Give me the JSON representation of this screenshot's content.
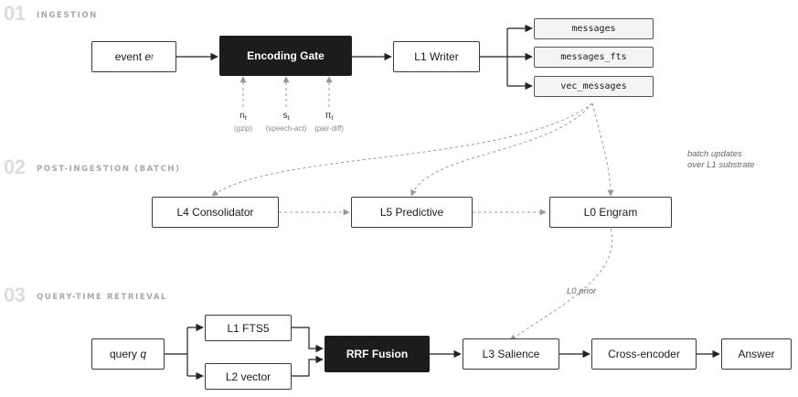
{
  "sections": [
    {
      "num": "01",
      "title": "INGESTION"
    },
    {
      "num": "02",
      "title": "POST-INGESTION (BATCH)"
    },
    {
      "num": "03",
      "title": "QUERY-TIME RETRIEVAL"
    }
  ],
  "ingestion": {
    "event_label": "event",
    "event_var": "e",
    "event_sub": "t",
    "encoding_gate": "Encoding Gate",
    "l1_writer": "L1 Writer",
    "tables": [
      "messages",
      "messages_fts",
      "vec_messages"
    ],
    "signals": [
      {
        "sym": "n",
        "sub": "t",
        "hint": "(gzip)"
      },
      {
        "sym": "s",
        "sub": "t",
        "hint": "(speech-act)"
      },
      {
        "sym": "π",
        "sub": "t",
        "hint": "(pair-diff)"
      }
    ]
  },
  "batch": {
    "note_line1": "batch updates",
    "note_line2": "over L1 substrate",
    "l4": "L4 Consolidator",
    "l5": "L5 Predictive",
    "l0": "L0 Engram"
  },
  "retrieval": {
    "l0_prior": "L0 prior",
    "query_label": "query",
    "query_var": "q",
    "l1_fts5": "L1 FTS5",
    "l2_vector": "L2 vector",
    "rrf": "RRF Fusion",
    "l3": "L3 Salience",
    "cross_encoder": "Cross-encoder",
    "answer": "Answer"
  },
  "colors": {
    "dark_box": "#1c1c1c",
    "line": "#222222",
    "dashed": "#9a9a9a",
    "table_fill": "#f4f4f4"
  }
}
